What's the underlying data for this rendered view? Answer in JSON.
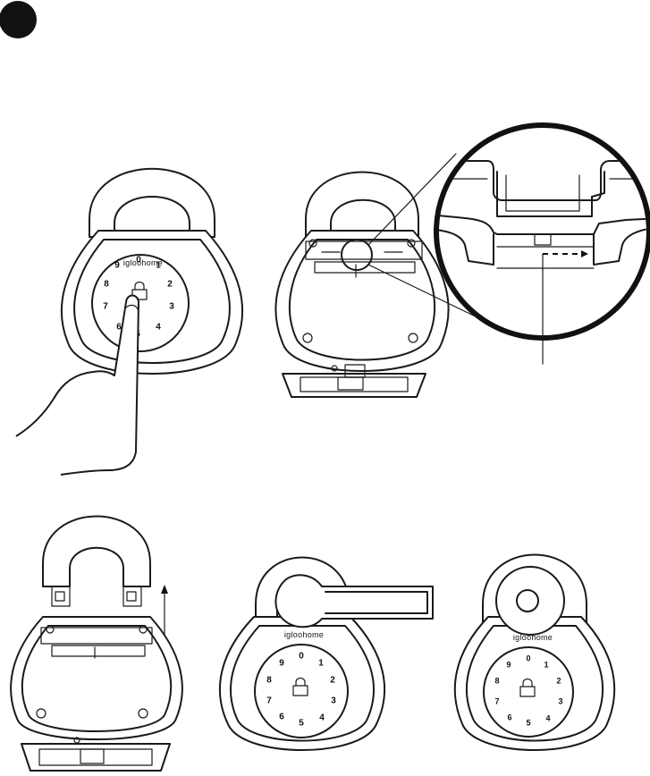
{
  "step_badge": {
    "label": "",
    "color": "#111111"
  },
  "lock": {
    "brand": "igloohome",
    "keys": [
      "0",
      "1",
      "2",
      "3",
      "4",
      "5",
      "6",
      "7",
      "8",
      "9"
    ]
  },
  "colors": {
    "line": "#1a1a1a",
    "background": "#ffffff"
  },
  "icons": [
    "step-badge-icon",
    "hand-icon",
    "magnifier-icon",
    "arrow-up-icon",
    "key-icon",
    "padlock-icon"
  ]
}
